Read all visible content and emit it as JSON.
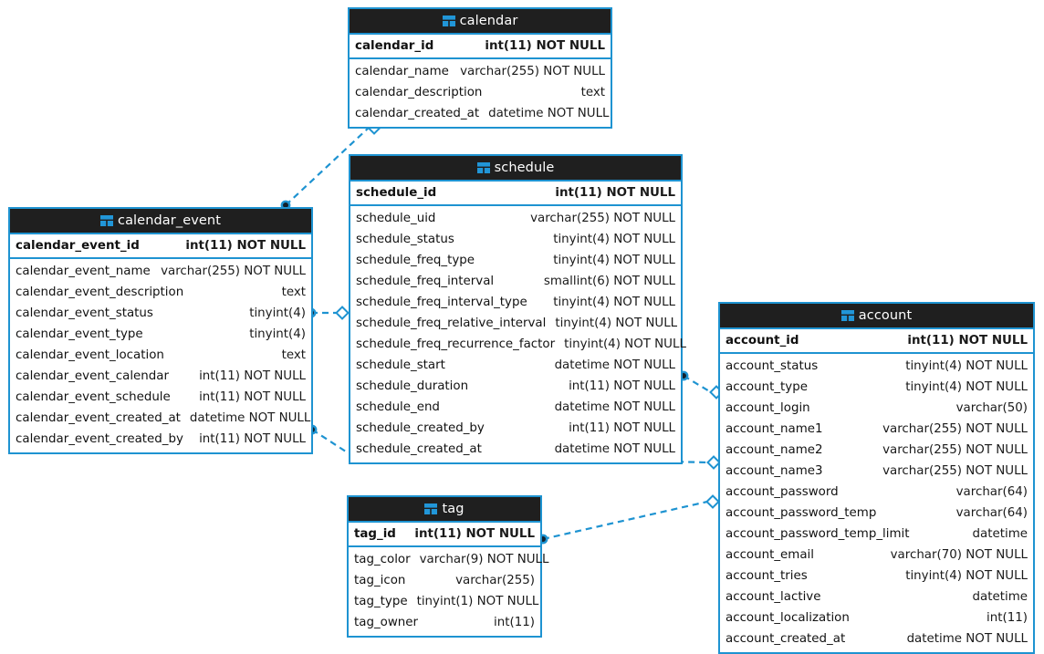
{
  "diagram": {
    "title": "Database ER Diagram",
    "background_color": "#ffffff",
    "accent_color": "#1e93d1",
    "header_color": "#1f1f1f",
    "header_text_color": "#ffffff",
    "table_icon": "table-icon"
  },
  "entities": {
    "calendar": {
      "name": "calendar",
      "icon": "table-icon",
      "primary_key": {
        "name": "calendar_id",
        "type": "int(11) NOT NULL"
      },
      "columns": [
        {
          "name": "calendar_name",
          "type": "varchar(255) NOT NULL"
        },
        {
          "name": "calendar_description",
          "type": "text"
        },
        {
          "name": "calendar_created_at",
          "type": "datetime NOT NULL"
        }
      ]
    },
    "calendar_event": {
      "name": "calendar_event",
      "icon": "table-icon",
      "primary_key": {
        "name": "calendar_event_id",
        "type": "int(11) NOT NULL"
      },
      "columns": [
        {
          "name": "calendar_event_name",
          "type": "varchar(255) NOT NULL"
        },
        {
          "name": "calendar_event_description",
          "type": "text"
        },
        {
          "name": "calendar_event_status",
          "type": "tinyint(4)"
        },
        {
          "name": "calendar_event_type",
          "type": "tinyint(4)"
        },
        {
          "name": "calendar_event_location",
          "type": "text"
        },
        {
          "name": "calendar_event_calendar",
          "type": "int(11) NOT NULL"
        },
        {
          "name": "calendar_event_schedule",
          "type": "int(11) NOT NULL"
        },
        {
          "name": "calendar_event_created_at",
          "type": "datetime NOT NULL"
        },
        {
          "name": "calendar_event_created_by",
          "type": "int(11) NOT NULL"
        }
      ]
    },
    "schedule": {
      "name": "schedule",
      "icon": "table-icon",
      "primary_key": {
        "name": "schedule_id",
        "type": "int(11) NOT NULL"
      },
      "columns": [
        {
          "name": "schedule_uid",
          "type": "varchar(255) NOT NULL"
        },
        {
          "name": "schedule_status",
          "type": "tinyint(4) NOT NULL"
        },
        {
          "name": "schedule_freq_type",
          "type": "tinyint(4) NOT NULL"
        },
        {
          "name": "schedule_freq_interval",
          "type": "smallint(6) NOT NULL"
        },
        {
          "name": "schedule_freq_interval_type",
          "type": "tinyint(4) NOT NULL"
        },
        {
          "name": "schedule_freq_relative_interval",
          "type": "tinyint(4) NOT NULL"
        },
        {
          "name": "schedule_freq_recurrence_factor",
          "type": "tinyint(4) NOT NULL"
        },
        {
          "name": "schedule_start",
          "type": "datetime NOT NULL"
        },
        {
          "name": "schedule_duration",
          "type": "int(11) NOT NULL"
        },
        {
          "name": "schedule_end",
          "type": "datetime NOT NULL"
        },
        {
          "name": "schedule_created_by",
          "type": "int(11) NOT NULL"
        },
        {
          "name": "schedule_created_at",
          "type": "datetime NOT NULL"
        }
      ]
    },
    "account": {
      "name": "account",
      "icon": "table-icon",
      "primary_key": {
        "name": "account_id",
        "type": "int(11) NOT NULL"
      },
      "columns": [
        {
          "name": "account_status",
          "type": "tinyint(4) NOT NULL"
        },
        {
          "name": "account_type",
          "type": "tinyint(4) NOT NULL"
        },
        {
          "name": "account_login",
          "type": "varchar(50)"
        },
        {
          "name": "account_name1",
          "type": "varchar(255) NOT NULL"
        },
        {
          "name": "account_name2",
          "type": "varchar(255) NOT NULL"
        },
        {
          "name": "account_name3",
          "type": "varchar(255) NOT NULL"
        },
        {
          "name": "account_password",
          "type": "varchar(64)"
        },
        {
          "name": "account_password_temp",
          "type": "varchar(64)"
        },
        {
          "name": "account_password_temp_limit",
          "type": "datetime"
        },
        {
          "name": "account_email",
          "type": "varchar(70) NOT NULL"
        },
        {
          "name": "account_tries",
          "type": "tinyint(4) NOT NULL"
        },
        {
          "name": "account_lactive",
          "type": "datetime"
        },
        {
          "name": "account_localization",
          "type": "int(11)"
        },
        {
          "name": "account_created_at",
          "type": "datetime NOT NULL"
        }
      ]
    },
    "tag": {
      "name": "tag",
      "icon": "table-icon",
      "primary_key": {
        "name": "tag_id",
        "type": "int(11) NOT NULL"
      },
      "columns": [
        {
          "name": "tag_color",
          "type": "varchar(9) NOT NULL"
        },
        {
          "name": "tag_icon",
          "type": "varchar(255)"
        },
        {
          "name": "tag_type",
          "type": "tinyint(1) NOT NULL"
        },
        {
          "name": "tag_owner",
          "type": "int(11)"
        }
      ]
    }
  },
  "relationships": [
    {
      "id": "rel-calendar-event-calendar",
      "from": "calendar_event",
      "to": "calendar",
      "style": "dashed"
    },
    {
      "id": "rel-calendar-event-schedule",
      "from": "calendar_event",
      "to": "schedule",
      "style": "dashed"
    },
    {
      "id": "rel-schedule-account",
      "from": "schedule",
      "to": "account",
      "style": "dashed"
    },
    {
      "id": "rel-calendar-event-account",
      "from": "calendar_event",
      "to": "account",
      "style": "dashed"
    },
    {
      "id": "rel-tag-account",
      "from": "tag",
      "to": "account",
      "style": "dashed"
    }
  ]
}
